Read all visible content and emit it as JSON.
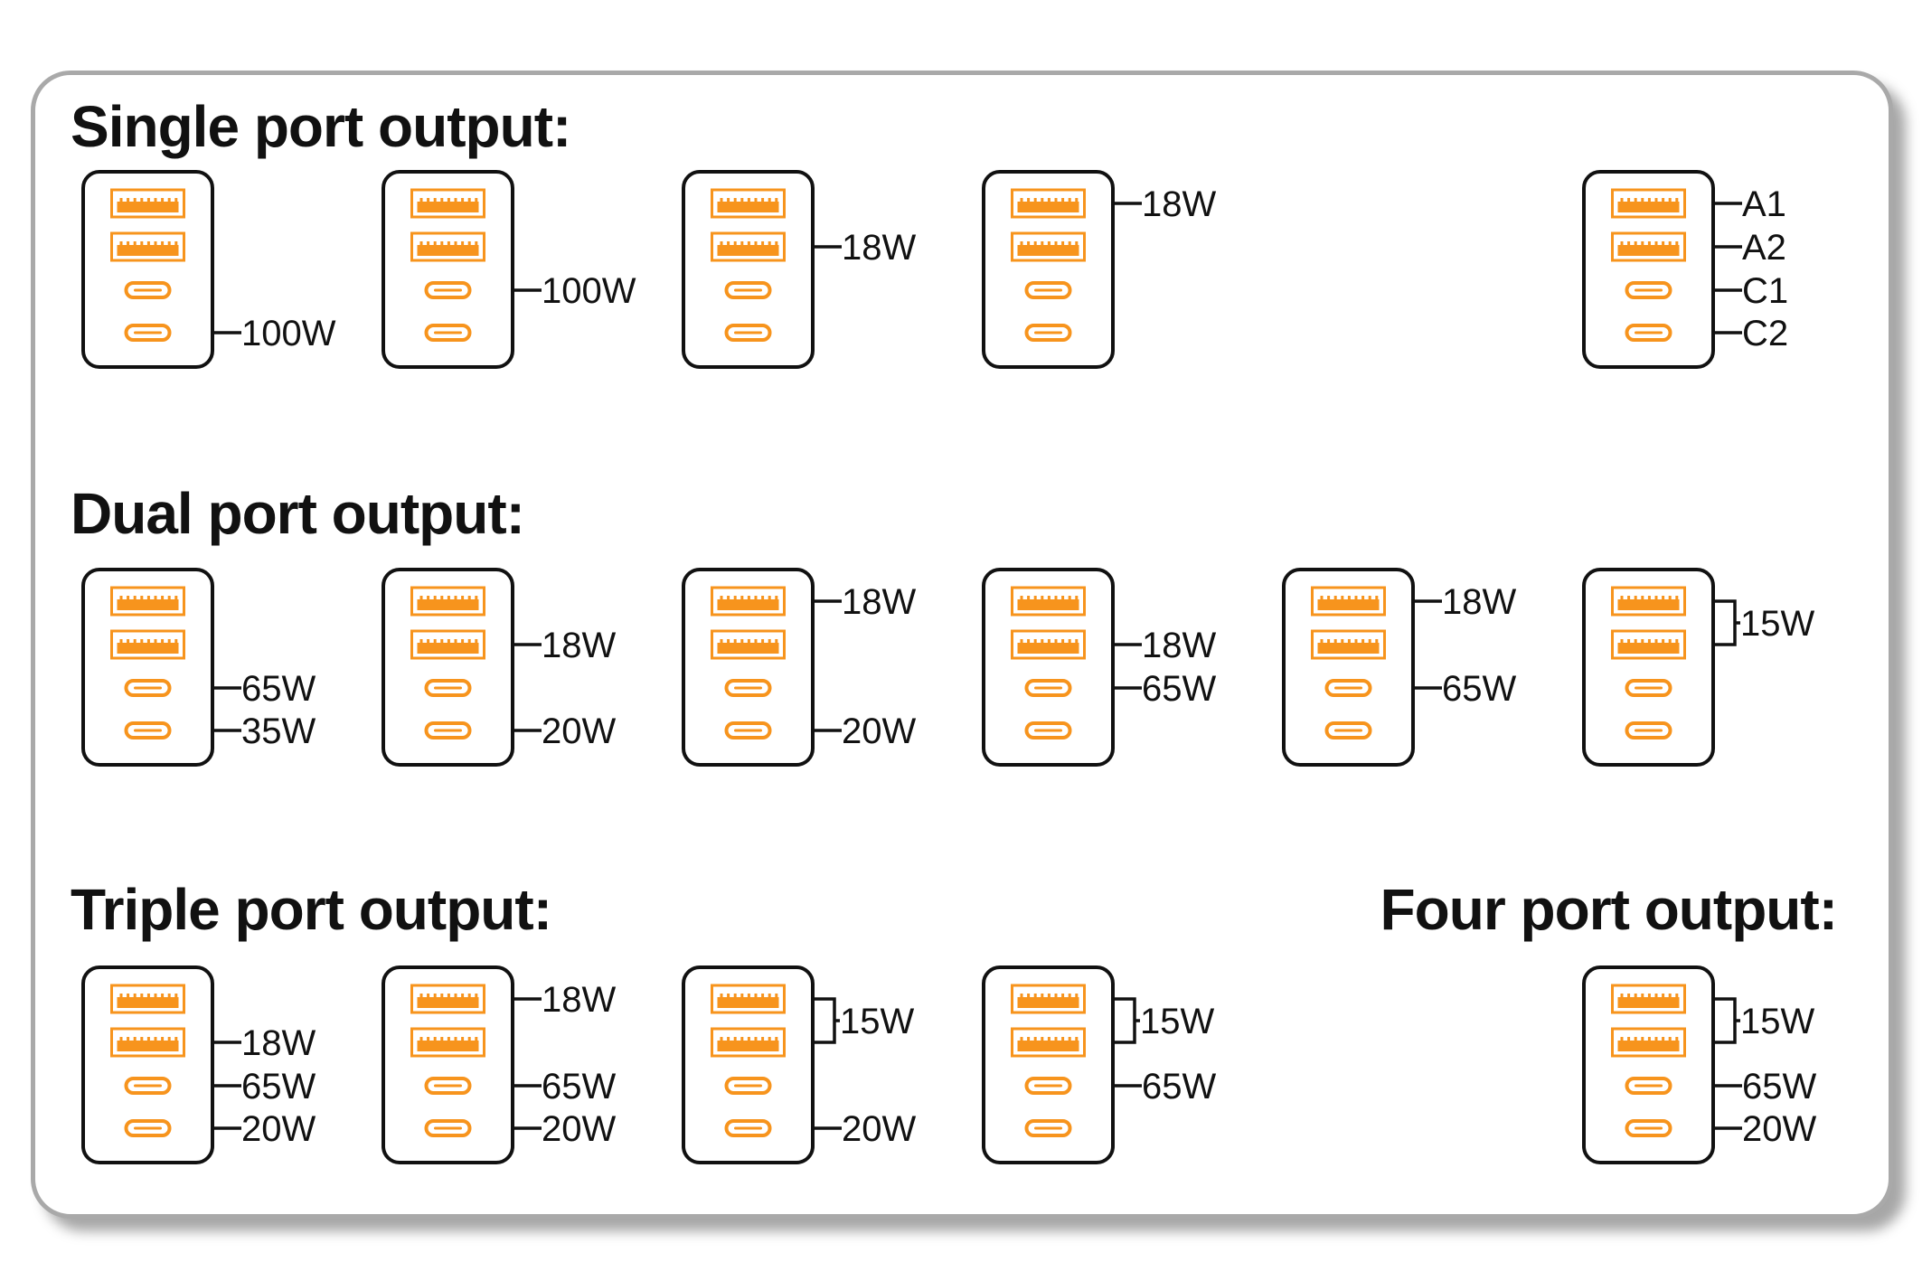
{
  "colors": {
    "accent": "#f7941d",
    "ink": "#111111",
    "card_border": "#a9a9a9"
  },
  "ports": [
    "A1",
    "A2",
    "C1",
    "C2"
  ],
  "sections": [
    {
      "key": "single",
      "title": "Single port output:",
      "chargers": [
        {
          "name": "single-c2",
          "labels": [
            {
              "text": "100W",
              "ports": [
                "C2"
              ]
            }
          ]
        },
        {
          "name": "single-c1",
          "labels": [
            {
              "text": "100W",
              "ports": [
                "C1"
              ]
            }
          ]
        },
        {
          "name": "single-a2",
          "labels": [
            {
              "text": "18W",
              "ports": [
                "A2"
              ]
            }
          ]
        },
        {
          "name": "single-a1",
          "labels": [
            {
              "text": "18W",
              "ports": [
                "A1"
              ]
            }
          ]
        },
        {
          "name": "port-legend",
          "labels": [
            {
              "text": "A1",
              "ports": [
                "A1"
              ]
            },
            {
              "text": "A2",
              "ports": [
                "A2"
              ]
            },
            {
              "text": "C1",
              "ports": [
                "C1"
              ]
            },
            {
              "text": "C2",
              "ports": [
                "C2"
              ]
            }
          ]
        }
      ]
    },
    {
      "key": "dual",
      "title": "Dual port output:",
      "chargers": [
        {
          "name": "dual-c1-c2",
          "labels": [
            {
              "text": "65W",
              "ports": [
                "C1"
              ]
            },
            {
              "text": "35W",
              "ports": [
                "C2"
              ]
            }
          ]
        },
        {
          "name": "dual-a2-c2",
          "labels": [
            {
              "text": "18W",
              "ports": [
                "A2"
              ]
            },
            {
              "text": "20W",
              "ports": [
                "C2"
              ]
            }
          ]
        },
        {
          "name": "dual-a1-c2",
          "labels": [
            {
              "text": "18W",
              "ports": [
                "A1"
              ]
            },
            {
              "text": "20W",
              "ports": [
                "C2"
              ]
            }
          ]
        },
        {
          "name": "dual-a2-c1",
          "labels": [
            {
              "text": "18W",
              "ports": [
                "A2"
              ]
            },
            {
              "text": "65W",
              "ports": [
                "C1"
              ]
            }
          ]
        },
        {
          "name": "dual-a1-c1",
          "labels": [
            {
              "text": "18W",
              "ports": [
                "A1"
              ]
            },
            {
              "text": "65W",
              "ports": [
                "C1"
              ]
            }
          ]
        },
        {
          "name": "dual-a1-a2",
          "labels": [
            {
              "text": "15W",
              "ports": [
                "A1",
                "A2"
              ]
            }
          ]
        }
      ]
    },
    {
      "key": "triple",
      "title": "Triple port output:",
      "chargers": [
        {
          "name": "triple-a2-c1-c2",
          "labels": [
            {
              "text": "18W",
              "ports": [
                "A2"
              ]
            },
            {
              "text": "65W",
              "ports": [
                "C1"
              ]
            },
            {
              "text": "20W",
              "ports": [
                "C2"
              ]
            }
          ]
        },
        {
          "name": "triple-a1-c1-c2",
          "labels": [
            {
              "text": "18W",
              "ports": [
                "A1"
              ]
            },
            {
              "text": "65W",
              "ports": [
                "C1"
              ]
            },
            {
              "text": "20W",
              "ports": [
                "C2"
              ]
            }
          ]
        },
        {
          "name": "triple-a1-a2-c2",
          "labels": [
            {
              "text": "15W",
              "ports": [
                "A1",
                "A2"
              ]
            },
            {
              "text": "20W",
              "ports": [
                "C2"
              ]
            }
          ]
        },
        {
          "name": "triple-a1-a2-c1",
          "labels": [
            {
              "text": "15W",
              "ports": [
                "A1",
                "A2"
              ]
            },
            {
              "text": "65W",
              "ports": [
                "C1"
              ]
            }
          ]
        }
      ]
    },
    {
      "key": "four",
      "title": "Four port output:",
      "chargers": [
        {
          "name": "four-all",
          "labels": [
            {
              "text": "15W",
              "ports": [
                "A1",
                "A2"
              ]
            },
            {
              "text": "65W",
              "ports": [
                "C1"
              ]
            },
            {
              "text": "20W",
              "ports": [
                "C2"
              ]
            }
          ]
        }
      ]
    }
  ]
}
